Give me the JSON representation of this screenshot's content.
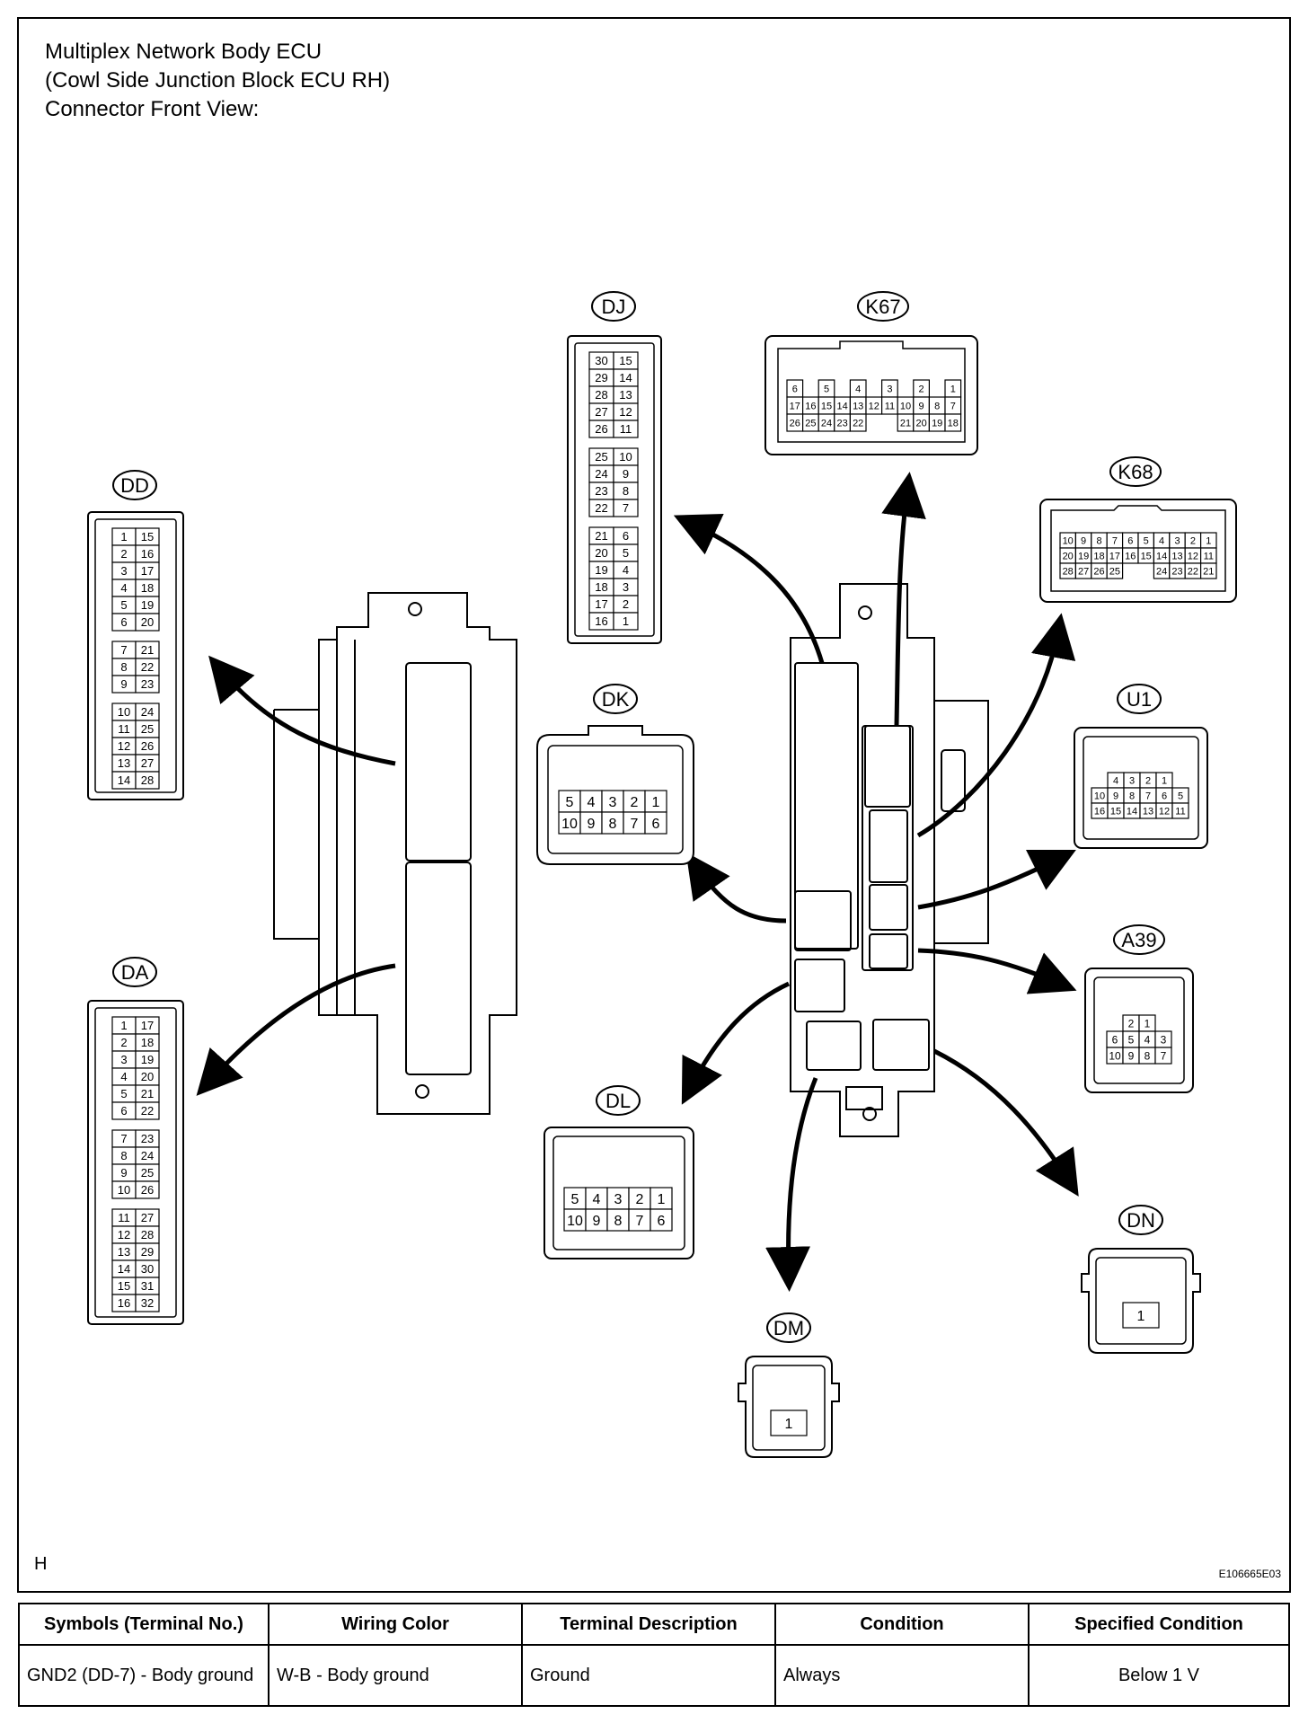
{
  "title_lines": [
    "Multiplex Network Body ECU",
    "(Cowl Side Junction Block ECU RH)",
    "Connector Front View:"
  ],
  "connectors": {
    "DD": {
      "label": "DD",
      "rows": [
        [
          "1",
          "15"
        ],
        [
          "2",
          "16"
        ],
        [
          "3",
          "17"
        ],
        [
          "4",
          "18"
        ],
        [
          "5",
          "19"
        ],
        [
          "6",
          "20"
        ],
        [
          "7",
          "21"
        ],
        [
          "8",
          "22"
        ],
        [
          "9",
          "23"
        ],
        [
          "10",
          "24"
        ],
        [
          "11",
          "25"
        ],
        [
          "12",
          "26"
        ],
        [
          "13",
          "27"
        ],
        [
          "14",
          "28"
        ]
      ],
      "groups": [
        6,
        3,
        5
      ]
    },
    "DA": {
      "label": "DA",
      "rows": [
        [
          "1",
          "17"
        ],
        [
          "2",
          "18"
        ],
        [
          "3",
          "19"
        ],
        [
          "4",
          "20"
        ],
        [
          "5",
          "21"
        ],
        [
          "6",
          "22"
        ],
        [
          "7",
          "23"
        ],
        [
          "8",
          "24"
        ],
        [
          "9",
          "25"
        ],
        [
          "10",
          "26"
        ],
        [
          "11",
          "27"
        ],
        [
          "12",
          "28"
        ],
        [
          "13",
          "29"
        ],
        [
          "14",
          "30"
        ],
        [
          "15",
          "31"
        ],
        [
          "16",
          "32"
        ]
      ],
      "groups": [
        6,
        4,
        6
      ]
    },
    "DJ": {
      "label": "DJ",
      "rows": [
        [
          "30",
          "15"
        ],
        [
          "29",
          "14"
        ],
        [
          "28",
          "13"
        ],
        [
          "27",
          "12"
        ],
        [
          "26",
          "11"
        ],
        [
          "25",
          "10"
        ],
        [
          "24",
          "9"
        ],
        [
          "23",
          "8"
        ],
        [
          "22",
          "7"
        ],
        [
          "21",
          "6"
        ],
        [
          "20",
          "5"
        ],
        [
          "19",
          "4"
        ],
        [
          "18",
          "3"
        ],
        [
          "17",
          "2"
        ],
        [
          "16",
          "1"
        ]
      ],
      "groups": [
        5,
        4,
        6
      ]
    },
    "K67": {
      "label": "K67",
      "rows": [
        [
          "6",
          "",
          "5",
          "",
          "4",
          "",
          "3",
          "",
          "2",
          "",
          "1"
        ],
        [
          "17",
          "16",
          "15",
          "14",
          "13",
          "12",
          "11",
          "10",
          "9",
          "8",
          "7"
        ],
        [
          "26",
          "25",
          "24",
          "23",
          "22",
          "",
          "",
          "21",
          "20",
          "19",
          "18"
        ]
      ]
    },
    "K68": {
      "label": "K68",
      "rows": [
        [
          "10",
          "9",
          "8",
          "7",
          "6",
          "5",
          "4",
          "3",
          "2",
          "1"
        ],
        [
          "20",
          "19",
          "18",
          "17",
          "16",
          "15",
          "14",
          "13",
          "12",
          "11"
        ],
        [
          "28",
          "27",
          "26",
          "25",
          "",
          "",
          "24",
          "23",
          "22",
          "21"
        ]
      ]
    },
    "DK": {
      "label": "DK",
      "rows": [
        [
          "5",
          "4",
          "3",
          "2",
          "1"
        ],
        [
          "10",
          "9",
          "8",
          "7",
          "6"
        ]
      ]
    },
    "U1": {
      "label": "U1",
      "rows": [
        [
          "",
          "4",
          "3",
          "2",
          "1",
          ""
        ],
        [
          "10",
          "9",
          "8",
          "7",
          "6",
          "5"
        ],
        [
          "16",
          "15",
          "14",
          "13",
          "12",
          "11"
        ]
      ]
    },
    "A39": {
      "label": "A39",
      "rows": [
        [
          "",
          "2",
          "1",
          ""
        ],
        [
          "6",
          "5",
          "4",
          "3"
        ],
        [
          "10",
          "9",
          "8",
          "7"
        ]
      ]
    },
    "DL": {
      "label": "DL",
      "rows": [
        [
          "5",
          "4",
          "3",
          "2",
          "1"
        ],
        [
          "10",
          "9",
          "8",
          "7",
          "6"
        ]
      ]
    },
    "DN": {
      "label": "DN",
      "rows": [
        [
          "1"
        ]
      ]
    },
    "DM": {
      "label": "DM",
      "rows": [
        [
          "1"
        ]
      ]
    }
  },
  "corner_letter": "H",
  "figure_id": "E106665E03",
  "table": {
    "headers": [
      "Symbols (Terminal No.)",
      "Wiring Color",
      "Terminal Description",
      "Condition",
      "Specified Condition"
    ],
    "rows": [
      [
        "GND2 (DD-7) - Body ground",
        "W-B - Body ground",
        "Ground",
        "Always",
        "Below 1 V"
      ]
    ]
  }
}
